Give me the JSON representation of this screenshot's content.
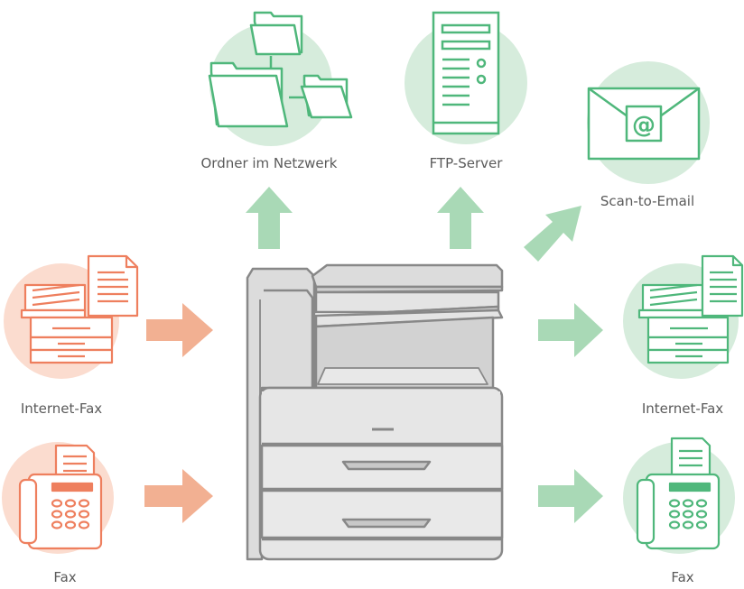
{
  "labels": {
    "network_folder": "Ordner im Netzwerk",
    "ftp_server": "FTP-Server",
    "scan_to_email": "Scan-to-Email",
    "internet_fax_in": "Internet-Fax",
    "fax_in": "Fax",
    "internet_fax_out": "Internet-Fax",
    "fax_out": "Fax"
  },
  "icons": {
    "email_symbol": "@"
  },
  "colors": {
    "incoming": "#ee7f5e",
    "incoming_bg": "#fbdccf",
    "incoming_arrow": "#f2b092",
    "outgoing": "#4fb77b",
    "outgoing_bg": "#d6ecdc",
    "outgoing_arrow": "#a9d9b6",
    "device_body": "#d9d9d9",
    "device_outline": "#888888"
  }
}
